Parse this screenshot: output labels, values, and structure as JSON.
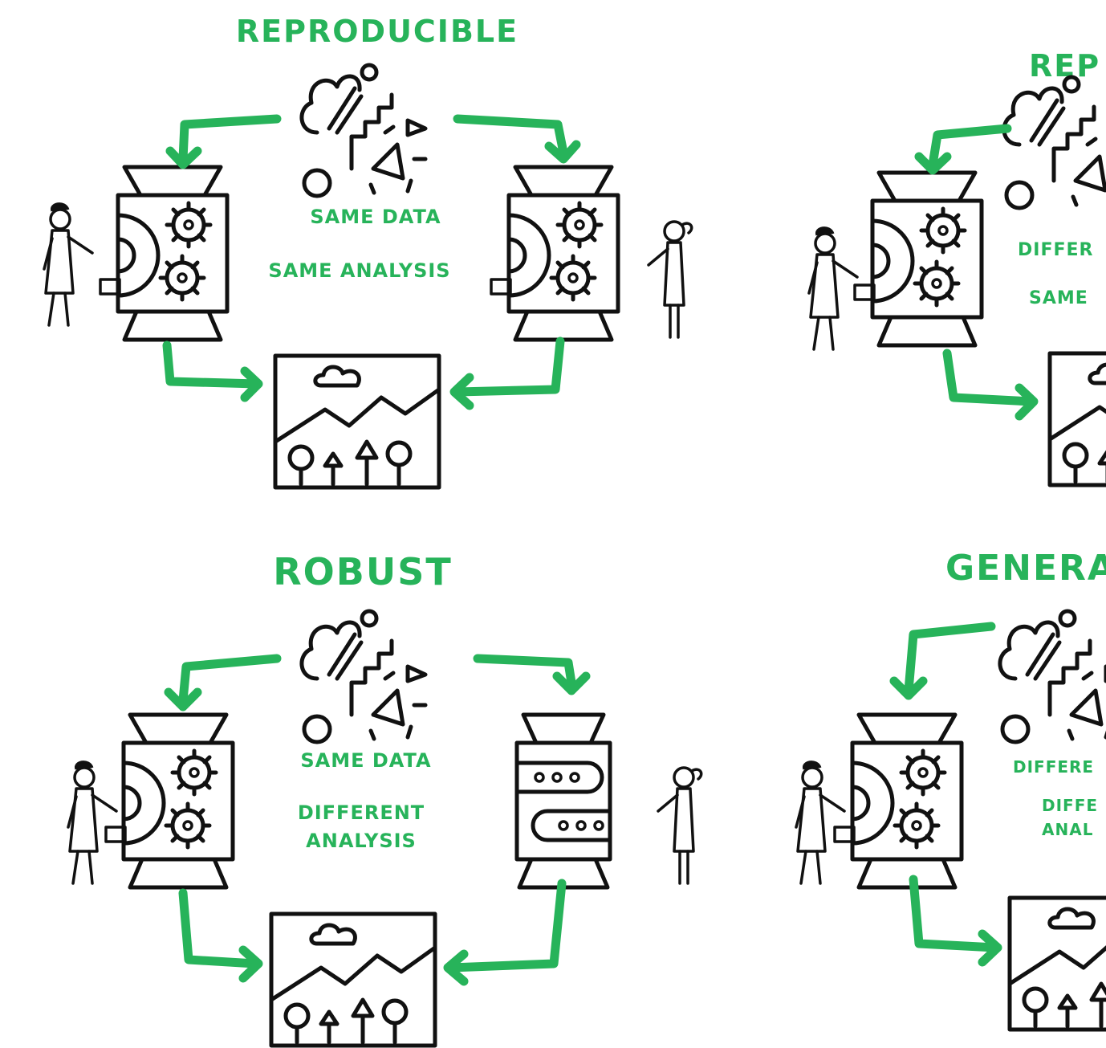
{
  "panels": {
    "reproducible": {
      "title": "REPRODUCIBLE",
      "data_label": "SAME DATA",
      "analysis_label": "SAME ANALYSIS"
    },
    "replicable": {
      "title": "REP",
      "data_label": "DIFFER",
      "analysis_label": "SAME"
    },
    "robust": {
      "title": "ROBUST",
      "data_label": "SAME DATA",
      "analysis_label_line1": "DIFFERENT",
      "analysis_label_line2": "ANALYSIS"
    },
    "generalisable": {
      "title": "GENERA",
      "data_label": "DIFFERE",
      "analysis_label_line1": "DIFFE",
      "analysis_label_line2": "ANAL"
    }
  },
  "colors": {
    "accent_green": "#27b35a",
    "ink": "#111111",
    "background": "#ffffff"
  },
  "icons": [
    "data-shapes-icon",
    "analysis-machine-icon",
    "result-picture-icon",
    "researcher-icon",
    "arrow-icon"
  ]
}
